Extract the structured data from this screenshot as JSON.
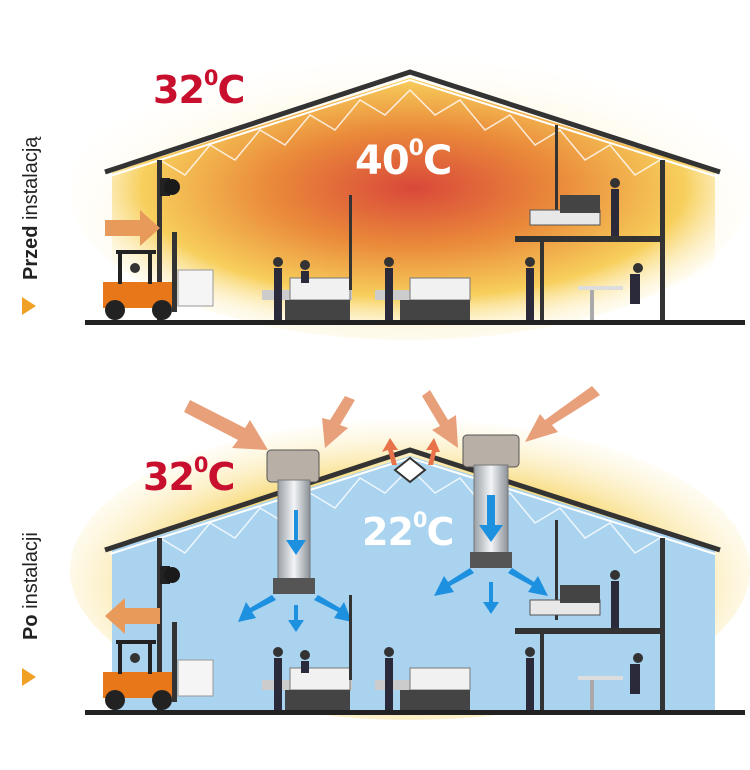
{
  "before": {
    "label_bold": "Przed",
    "label_rest": "instalacją",
    "outside_temp": "32",
    "inside_temp": "40",
    "unit": "C",
    "degree": "0"
  },
  "after": {
    "label_bold": "Po",
    "label_rest": "instalacji",
    "outside_temp": "32",
    "inside_temp": "22",
    "unit": "C",
    "degree": "0"
  },
  "colors": {
    "outside_temp": "#c8102e",
    "inside_temp": "#ffffff",
    "marker": "#f0a024",
    "hot_core": "#d9483a",
    "cool_fill": "#a9d3ef",
    "airflow_in": "#e8a07a",
    "airflow_down": "#1e90e0"
  }
}
